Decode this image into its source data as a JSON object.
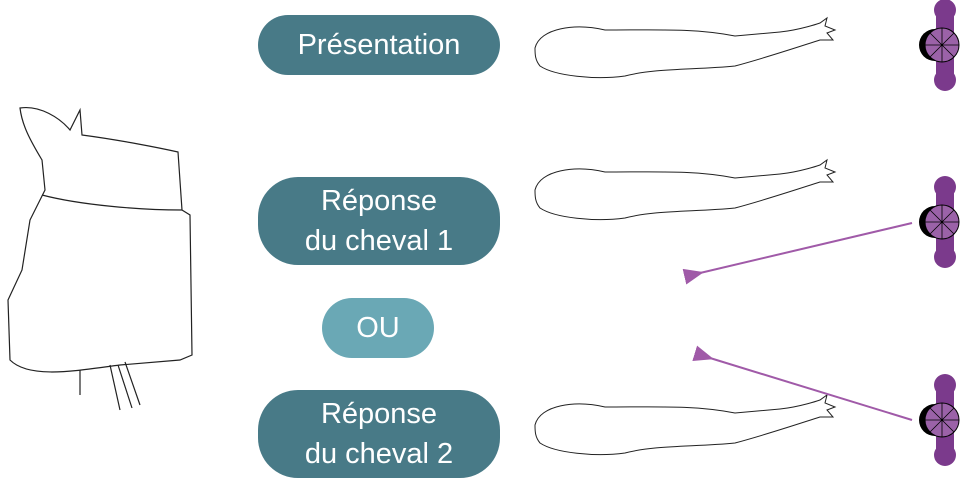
{
  "labels": {
    "presentation": "Présentation",
    "response1_line1": "Réponse",
    "response1_line2": "du cheval 1",
    "or": "OU",
    "response2_line1": "Réponse",
    "response2_line2": "du cheval 2"
  },
  "colors": {
    "pill": "#487a87",
    "or_pill": "#6aa8b5",
    "arrow": "#a05aa8",
    "tool": "#7b3a8c"
  }
}
